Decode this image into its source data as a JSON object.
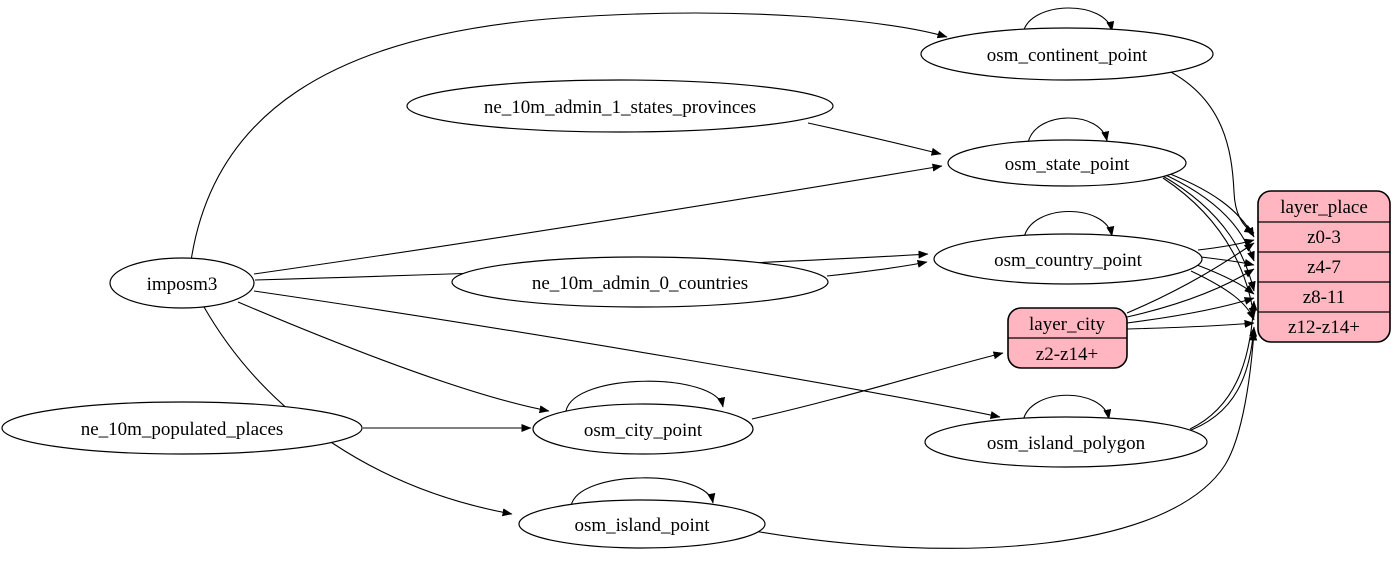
{
  "diagram": {
    "kind": "etl-graph",
    "colors": {
      "background": "#ffffff",
      "node_fill": "#ffffff",
      "layer_fill": "#ffb6c1",
      "stroke": "#000000"
    },
    "nodes": {
      "imposm3": {
        "label": "imposm3"
      },
      "ne_10m_admin_1_states_provinces": {
        "label": "ne_10m_admin_1_states_provinces"
      },
      "ne_10m_admin_0_countries": {
        "label": "ne_10m_admin_0_countries"
      },
      "ne_10m_populated_places": {
        "label": "ne_10m_populated_places"
      },
      "osm_continent_point": {
        "label": "osm_continent_point"
      },
      "osm_state_point": {
        "label": "osm_state_point"
      },
      "osm_country_point": {
        "label": "osm_country_point"
      },
      "osm_city_point": {
        "label": "osm_city_point"
      },
      "osm_island_polygon": {
        "label": "osm_island_polygon"
      },
      "osm_island_point": {
        "label": "osm_island_point"
      }
    },
    "records": {
      "layer_place": {
        "title": "layer_place",
        "rows": [
          "z0-3",
          "z4-7",
          "z8-11",
          "z12-z14+"
        ]
      },
      "layer_city": {
        "title": "layer_city",
        "rows": [
          "z2-z14+"
        ]
      }
    },
    "edges": [
      {
        "from": "imposm3",
        "to": "osm_continent_point"
      },
      {
        "from": "imposm3",
        "to": "osm_state_point"
      },
      {
        "from": "imposm3",
        "to": "osm_country_point"
      },
      {
        "from": "imposm3",
        "to": "osm_city_point"
      },
      {
        "from": "imposm3",
        "to": "osm_island_polygon"
      },
      {
        "from": "imposm3",
        "to": "osm_island_point"
      },
      {
        "from": "ne_10m_admin_1_states_provinces",
        "to": "osm_state_point"
      },
      {
        "from": "ne_10m_admin_0_countries",
        "to": "osm_country_point"
      },
      {
        "from": "ne_10m_populated_places",
        "to": "osm_city_point"
      },
      {
        "from": "osm_continent_point",
        "to": "osm_continent_point"
      },
      {
        "from": "osm_state_point",
        "to": "osm_state_point"
      },
      {
        "from": "osm_country_point",
        "to": "osm_country_point"
      },
      {
        "from": "osm_city_point",
        "to": "osm_city_point"
      },
      {
        "from": "osm_island_polygon",
        "to": "osm_island_polygon"
      },
      {
        "from": "osm_island_point",
        "to": "osm_island_point"
      },
      {
        "from": "osm_continent_point",
        "to": "layer_place",
        "to_row": "z0-3"
      },
      {
        "from": "osm_state_point",
        "to": "layer_place",
        "to_row": "z0-3"
      },
      {
        "from": "osm_state_point",
        "to": "layer_place",
        "to_row": "z4-7"
      },
      {
        "from": "osm_state_point",
        "to": "layer_place",
        "to_row": "z8-11"
      },
      {
        "from": "osm_state_point",
        "to": "layer_place",
        "to_row": "z12-z14+"
      },
      {
        "from": "osm_country_point",
        "to": "layer_place",
        "to_row": "z0-3"
      },
      {
        "from": "osm_country_point",
        "to": "layer_place",
        "to_row": "z4-7"
      },
      {
        "from": "osm_country_point",
        "to": "layer_place",
        "to_row": "z8-11"
      },
      {
        "from": "osm_country_point",
        "to": "layer_place",
        "to_row": "z12-z14+"
      },
      {
        "from": "osm_city_point",
        "to": "layer_city",
        "to_row": "z2-z14+"
      },
      {
        "from": "layer_city",
        "to": "layer_place",
        "to_row": "z0-3"
      },
      {
        "from": "layer_city",
        "to": "layer_place",
        "to_row": "z4-7"
      },
      {
        "from": "layer_city",
        "to": "layer_place",
        "to_row": "z8-11"
      },
      {
        "from": "layer_city",
        "to": "layer_place",
        "to_row": "z12-z14+"
      },
      {
        "from": "osm_island_polygon",
        "to": "layer_place",
        "to_row": "z8-11"
      },
      {
        "from": "osm_island_polygon",
        "to": "layer_place",
        "to_row": "z12-z14+"
      },
      {
        "from": "osm_island_point",
        "to": "layer_place",
        "to_row": "z12-z14+"
      }
    ]
  }
}
